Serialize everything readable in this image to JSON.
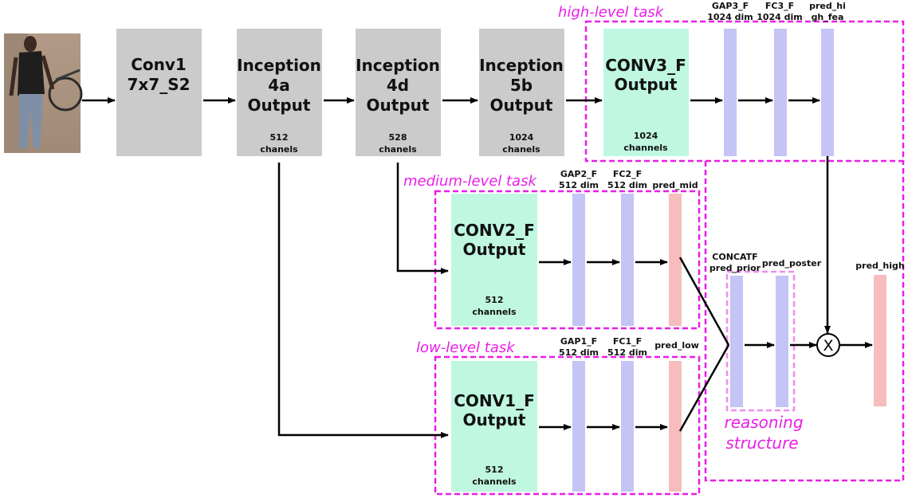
{
  "nodes": {
    "conv1": [
      "Conv1",
      "7x7_S2"
    ],
    "inc4a": [
      "Inception",
      "4a",
      "Output"
    ],
    "inc4a_ch": [
      "512",
      "chanels"
    ],
    "inc4d": [
      "Inception",
      "4d",
      "Output"
    ],
    "inc4d_ch": [
      "528",
      "chanels"
    ],
    "inc5b": [
      "Inception",
      "5b",
      "Output"
    ],
    "inc5b_ch": [
      "1024",
      "chanels"
    ],
    "conv3f": [
      "CONV3_F",
      "Output"
    ],
    "conv3f_ch": [
      "1024",
      "channels"
    ],
    "conv2f": [
      "CONV2_F",
      "Output"
    ],
    "conv2f_ch": [
      "512",
      "channels"
    ],
    "conv1f": [
      "CONV1_F",
      "Output"
    ],
    "conv1f_ch": [
      "512",
      "channels"
    ]
  },
  "labels": {
    "gap3": [
      "GAP3_F",
      "1024 dim"
    ],
    "fc3": [
      "FC3_F",
      "1024 dim"
    ],
    "pred_high_fea": [
      "pred_hi",
      "gh_fea"
    ],
    "gap2": [
      "GAP2_F",
      "512 dim"
    ],
    "fc2": [
      "FC2_F",
      "512 dim"
    ],
    "pred_mid": "pred_mid",
    "gap1": [
      "GAP1_F",
      "512 dim"
    ],
    "fc1": [
      "FC1_F",
      "512 dim"
    ],
    "pred_low": "pred_low",
    "concat": [
      "CONCATF",
      "pred_prior"
    ],
    "pred_poster": "pred_poster",
    "pred_high": "pred_high"
  },
  "tasks": {
    "high": "high-level task",
    "medium": "medium-level task",
    "low": "low-level task",
    "reasoning": [
      "reasoning",
      "structure"
    ]
  },
  "operator": "X",
  "colors": {
    "gray_box": "#cbcbcb",
    "green_box": "#bff7e1",
    "blue_bar": "#c4c4f5",
    "pink_bar": "#f7bcbc",
    "task_magenta": "#e81ee8"
  }
}
